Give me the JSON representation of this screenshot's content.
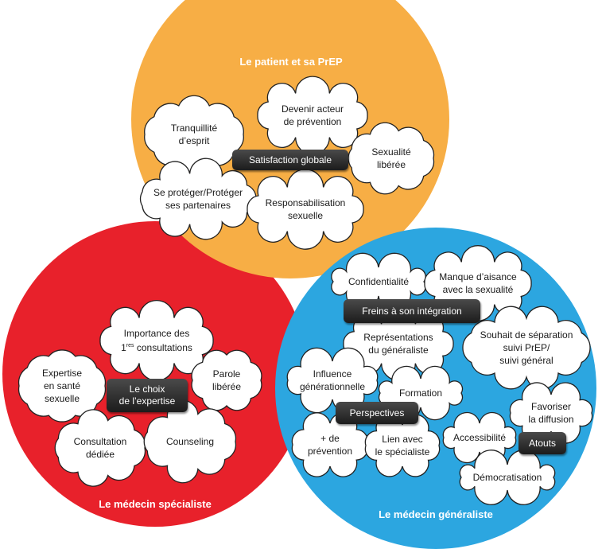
{
  "colors": {
    "patient_circle": "#F7AE45",
    "specialist_circle": "#E8212B",
    "generalist_circle": "#2CA6E0",
    "cloud_fill": "#ffffff",
    "cloud_stroke": "#222222",
    "pill_bg": "#2a2a2a",
    "title_text": "#ffffff"
  },
  "circles": {
    "patient": {
      "title": "Le patient et sa PrEP"
    },
    "specialist": {
      "title": "Le médecin spécialiste"
    },
    "generalist": {
      "title": "Le médecin généraliste"
    }
  },
  "pills": {
    "satisfaction": "Satisfaction globale",
    "choix": "Le choix\nde l’expertise",
    "freins": "Freins à son intégration",
    "perspectives": "Perspectives",
    "atouts": "Atouts"
  },
  "clouds": {
    "tranquillite": "Tranquillité\nd’esprit",
    "acteur": "Devenir acteur\nde prévention",
    "sexualite_liberee": "Sexualité\nlibérée",
    "proteger": "Se protéger/Protéger\nses partenaires",
    "responsabilisation": "Responsabilisation\nsexuelle",
    "importance_line1": "Importance des",
    "importance_num": "1",
    "importance_sup": "res",
    "importance_rest": " consultations",
    "expertise": "Expertise\nen santé\nsexuelle",
    "parole": "Parole\nlibérée",
    "consultation_dediee": "Consultation\ndédiée",
    "counseling": "Counseling",
    "confidentialite": "Confidentialité",
    "aisance": "Manque d’aisance\navec la sexualité",
    "representations": "Représentations\ndu généraliste",
    "separation": "Souhait de séparation\nsuivi PrEP/\nsuivi général",
    "influence": "Influence\ngénérationnelle",
    "formation": "Formation",
    "plus_prevention": "+ de\nprévention",
    "lien": "Lien avec\nle spécialiste",
    "accessibilite": "Accessibilité",
    "favoriser": "Favoriser\nla diffusion",
    "democratisation": "Démocratisation"
  }
}
